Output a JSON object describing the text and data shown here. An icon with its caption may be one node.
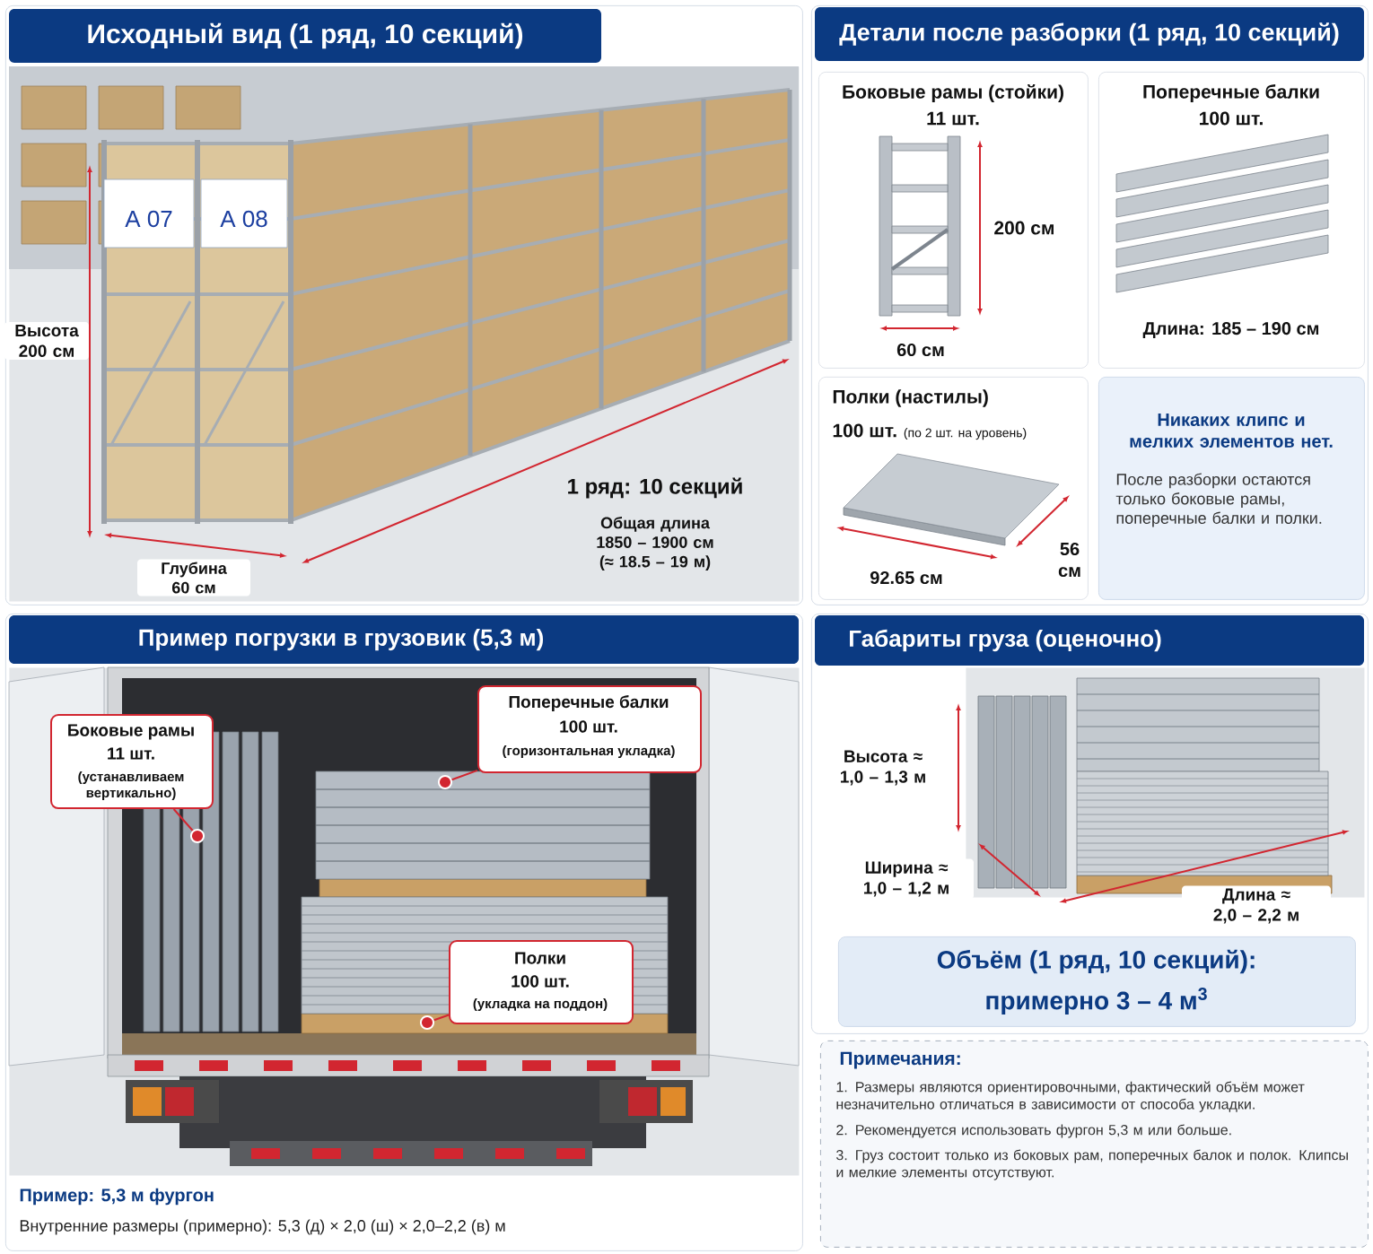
{
  "diagram": {
    "nodes": [
      {
        "text": [
          "Исходный вид (1 ряд, 10 секций)"
        ]
      },
      {
        "text": [],
        "shape": "picture",
        "in": 0
      },
      {
        "text": [
          "Детали после разборки (1 ряд, 10 секций)"
        ]
      },
      {
        "text": [
          "Боковые рамы (стойки)",
          "11 шт."
        ],
        "in": 2
      },
      {
        "text": [
          "Поперечные балки",
          "100 шт."
        ],
        "in": 2
      },
      {
        "text": [
          "Полки (настилы)",
          "100 шт.",
          "(по 2 шт. на уровень)"
        ],
        "in": 2
      },
      {
        "text": [
          "Никаких клипс и мелких элементов нет.",
          "После разборки остаются только боковые рамы, поперечные балки и полки."
        ],
        "in": 2
      },
      {
        "text": [
          "Пример погрузки в грузовик (5,3 м)",
          "Пример: 5,3 м фургон",
          "Внутренние размеры (примерно): 5,3 (д) × 2,0 (ш) × 2,0–2,2 (в) м"
        ]
      },
      {
        "text": [],
        "shape": "picture",
        "in": 7
      },
      {
        "text": [
          "Боковые рамы",
          "11 шт.",
          "(устанавливаем вертикально)"
        ],
        "in": 8
      },
      {
        "text": [
          "Поперечные балки",
          "100 шт.",
          "(горизонтальная укладка)"
        ],
        "in": 8
      },
      {
        "text": [
          "Полки",
          "100 шт.",
          "(укладка на поддон)"
        ],
        "in": 8
      },
      {
        "text": [
          "Габариты груза (оценочно)"
        ]
      },
      {
        "text": [],
        "shape": "picture",
        "in": 12
      },
      {
        "text": [
          "Объём (1 ряд, 10 секций):",
          "примерно 3 – 4 м$^{3}$"
        ],
        "in": 12
      },
      {
        "text": [
          "Примечания:",
          "1. Размеры являются ориентировочными, фактический объём может незначительно отличаться в зависимости от способа укладки.",
          "2. Рекомендуется использовать фургон 5,3 м или больше.",
          "3. Груз состоит только из боковых рам, поперечных балок и полок. Клипсы и мелкие элементы отсутствуют."
        ]
      }
    ],
    "edges": [
      {
        "from": 9,
        "to": null,
        "arrow": "other"
      },
      {
        "from": 10,
        "to": null,
        "arrow": "other"
      },
      {
        "from": 11,
        "to": null,
        "arrow": "other"
      }
    ],
    "labels": [
      "A 07",
      "A 08",
      "Высота 200 см",
      "Глубина 60 см",
      "1 ряд: 10 секций",
      "Общая длина 1850 – 1900 см (≈ 18.5 – 19 м)",
      "200 см",
      "60 см",
      "Длина: 185 – 190 см",
      "92.65 см",
      "56 см",
      "Высота ≈ 1,0 – 1,3 м",
      "Ширина ≈ 1,0 – 1,2 м",
      "Длина ≈ 2,0 – 2,2 м"
    ]
  }
}
